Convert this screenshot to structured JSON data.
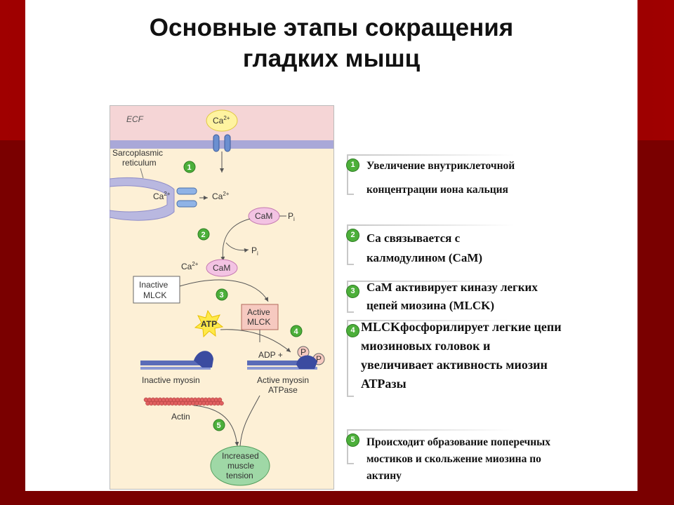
{
  "title_line1": "Основные этапы сокращения",
  "title_line2": "гладких мышц",
  "diagram": {
    "ecf": "ECF",
    "ca2_top": "Ca",
    "ca2_sup": "2+",
    "sr_line1": "Sarcoplasmic",
    "sr_line2": "reticulum",
    "ca_left": "Ca",
    "ca_left_sup": "2+",
    "ca_right": "Ca",
    "ca_right_sup": "2+",
    "cam1": "CaM",
    "pi1": "P",
    "pi1_sub": "i",
    "pi2": "P",
    "pi2_sub": "i",
    "ca_cam": "Ca",
    "ca_cam_sup": "2+",
    "cam2": "CaM",
    "inactive_mlck_1": "Inactive",
    "inactive_mlck_2": "MLCK",
    "active_mlck_1": "Active",
    "active_mlck_2": "MLCK",
    "atp": "ATP",
    "adp": "ADP +",
    "p1": "P",
    "p2": "P",
    "inactive_myosin": "Inactive myosin",
    "active_myosin_1": "Active myosin",
    "active_myosin_2": "ATPase",
    "actin": "Actin",
    "tension_1": "Increased",
    "tension_2": "muscle",
    "tension_3": "tension",
    "n1": "1",
    "n2": "2",
    "n3": "3",
    "n4": "4",
    "n5": "5"
  },
  "steps": [
    {
      "num": "1",
      "lines": [
        "Увеличение внутриклеточной",
        "концентрации иона кальция"
      ]
    },
    {
      "num": "2",
      "lines": [
        "Ca связывается с",
        "калмодулином (CaM)"
      ]
    },
    {
      "num": "3",
      "lines": [
        "CaM активирует киназу легких",
        "цепей миозина (MLCK)"
      ]
    },
    {
      "num": "4",
      "lines": [
        "MLCKфосфорилирует легкие цепи",
        "миозиновых головок и",
        "увеличивает активность миозин",
        "АТРазы"
      ]
    },
    {
      "num": "5",
      "lines": [
        "Происходит образование поперечных",
        "мостиков и скольжение миозина по",
        "актину"
      ]
    }
  ],
  "colors": {
    "ecf": "#f5d5d6",
    "membrane": "#a9a8d8",
    "cytoplasm": "#fdf0d6",
    "badge": "#4caf3a",
    "ca_yellow": "#fff3a0",
    "cam_pink": "#f3c3e3",
    "tension_green": "#9fd8a6",
    "actin_red": "#e06060"
  }
}
